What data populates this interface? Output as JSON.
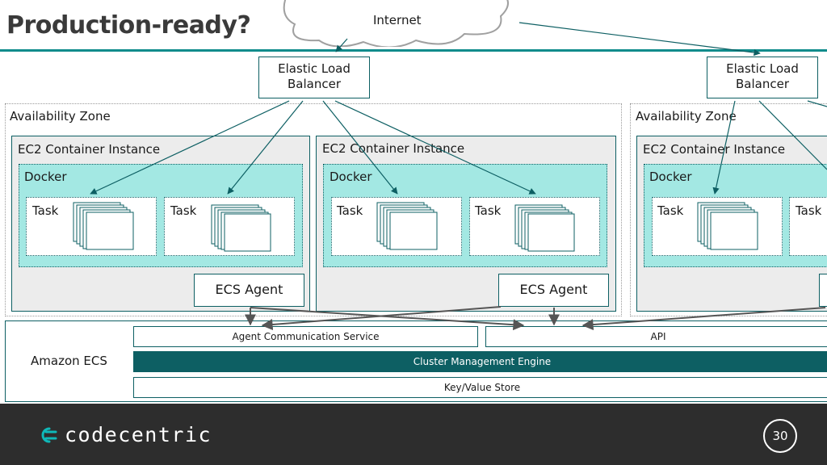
{
  "title": "Production-ready?",
  "internet": {
    "label": "Internet"
  },
  "load_balancers": [
    {
      "label": "Elastic Load Balancer"
    },
    {
      "label": "Elastic Load Balancer"
    }
  ],
  "availability_zones": [
    {
      "label": "Availability Zone",
      "instances": [
        {
          "label": "EC2 Container Instance",
          "docker_label": "Docker",
          "tasks": [
            "Task",
            "Task"
          ],
          "agent_label": "ECS Agent"
        },
        {
          "label": "EC2 Container Instance",
          "docker_label": "Docker",
          "tasks": [
            "Task",
            "Task"
          ],
          "agent_label": "ECS Agent"
        }
      ]
    },
    {
      "label": "Availability Zone",
      "instances": [
        {
          "label": "EC2 Container Instance",
          "docker_label": "Docker",
          "tasks": [
            "Task",
            "Task"
          ]
        }
      ]
    }
  ],
  "amazon_ecs": {
    "label": "Amazon ECS",
    "agent_communication_service": "Agent Communication Service",
    "api": "API",
    "cluster_management_engine": "Cluster Management Engine",
    "key_value_store": "Key/Value Store"
  },
  "footer": {
    "brand": "codecentric",
    "page_number": "30"
  },
  "colors": {
    "accent": "#0f8c8c",
    "dark_teal": "#0d5f63",
    "docker_fill": "#a3e8e3",
    "footer_bg": "#2d2d2d"
  }
}
